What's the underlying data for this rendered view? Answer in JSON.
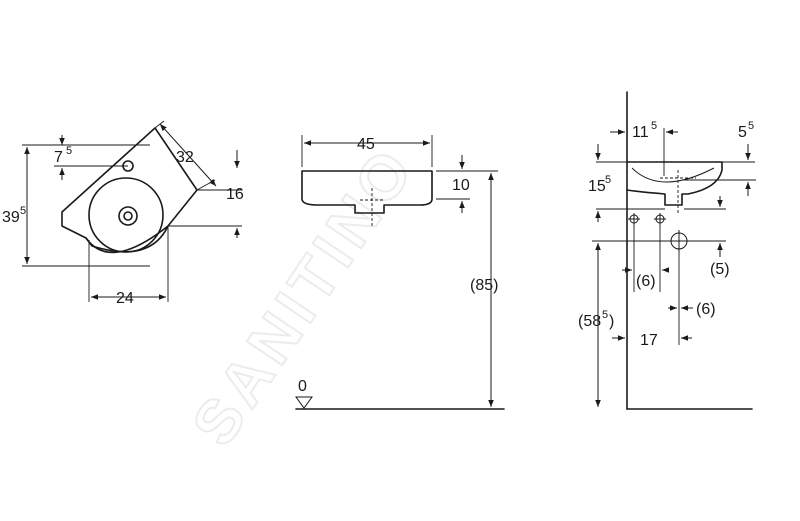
{
  "watermark": "SANITINO",
  "views": {
    "top_view": {
      "labels": {
        "depth_total": "39",
        "depth_total_sup": "5",
        "tap_offset": "7",
        "tap_offset_sup": "5",
        "side_length": "32",
        "side_depth": "16",
        "bowl_width": "24"
      }
    },
    "front_view": {
      "labels": {
        "width": "45",
        "rim_height": "10",
        "mount_height": "(85)",
        "floor_level": "0"
      }
    },
    "side_view": {
      "labels": {
        "tap_depth": "11",
        "tap_depth_sup": "5",
        "rim_depth": "5",
        "rim_depth_sup": "5",
        "body_height": "15",
        "body_height_sup": "5",
        "waste_height": "(58",
        "waste_height_sup": "5",
        "waste_height_close": ")",
        "supply_offset_a": "(6)",
        "supply_offset_b": "(5)",
        "supply_offset_c": "(6)",
        "drain_offset": "17"
      }
    }
  }
}
